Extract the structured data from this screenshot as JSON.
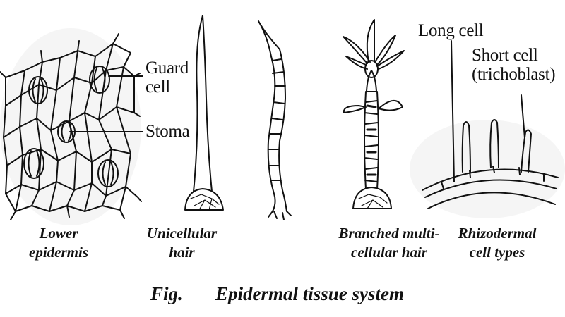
{
  "callouts": {
    "guard_cell": "Guard\ncell",
    "stoma": "Stoma",
    "long_cell": "Long cell",
    "short_cell": "Short cell\n(trichoblast)"
  },
  "panel_labels": {
    "lower_epidermis": "Lower\nepidermis",
    "unicellular_hair": "Unicellular\nhair",
    "branched_hair": "Branched multi-\ncellular hair",
    "rhizodermal": "Rhizodermal\ncell types"
  },
  "caption": {
    "prefix": "Fig.",
    "title": "Epidermal tissue system"
  },
  "colors": {
    "ink": "#111111",
    "background": "#ffffff",
    "smudge": "#e9e9e9"
  }
}
